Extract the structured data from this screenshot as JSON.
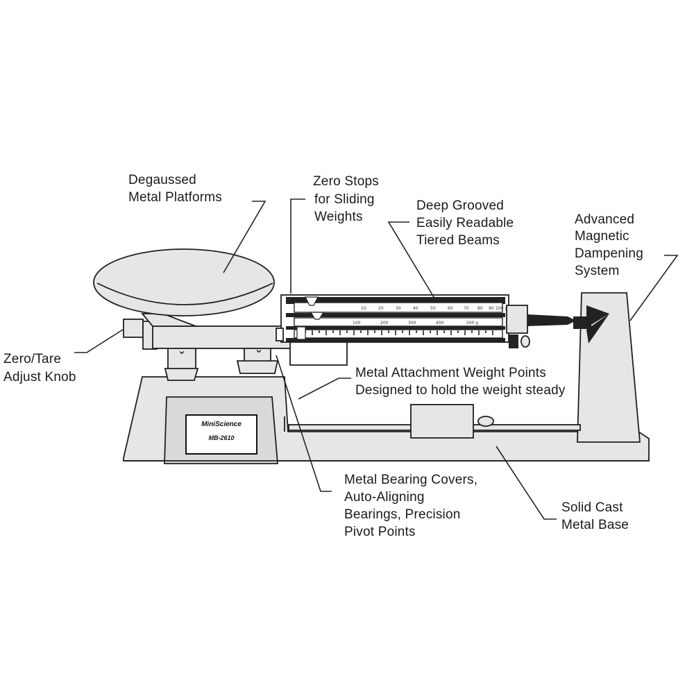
{
  "callouts": {
    "platforms": [
      "Degaussed",
      "Metal Platforms"
    ],
    "zero_stops": [
      "Zero Stops",
      "for Sliding",
      "Weights"
    ],
    "beams": [
      "Deep Grooved",
      "Easily Readable",
      "Tiered Beams"
    ],
    "dampening": [
      "Advanced",
      "Magnetic",
      "Dampening",
      "System"
    ],
    "tare_knob": [
      "Zero/Tare",
      "Adjust Knob"
    ],
    "attachment": [
      "Metal Attachment Weight Points",
      "Designed to hold the weight steady"
    ],
    "bearings": [
      "Metal Bearing Covers,",
      "Auto-Aligning",
      "Bearings, Precision",
      "Pivot Points"
    ],
    "base": [
      "Solid Cast",
      "Metal Base"
    ]
  },
  "badge": {
    "brand": "MiniScience",
    "model": "MB-2610"
  },
  "scale_marks": {
    "top_beam": [
      "10",
      "20",
      "30",
      "40",
      "50",
      "60",
      "70",
      "80",
      "90",
      "100 g"
    ],
    "mid_beam": [
      "100",
      "200",
      "300",
      "400",
      "500 g"
    ]
  },
  "colors": {
    "ink": "#1f1f1f",
    "fill": "#e6e6e6",
    "dark": "#222222",
    "background": "#ffffff"
  }
}
